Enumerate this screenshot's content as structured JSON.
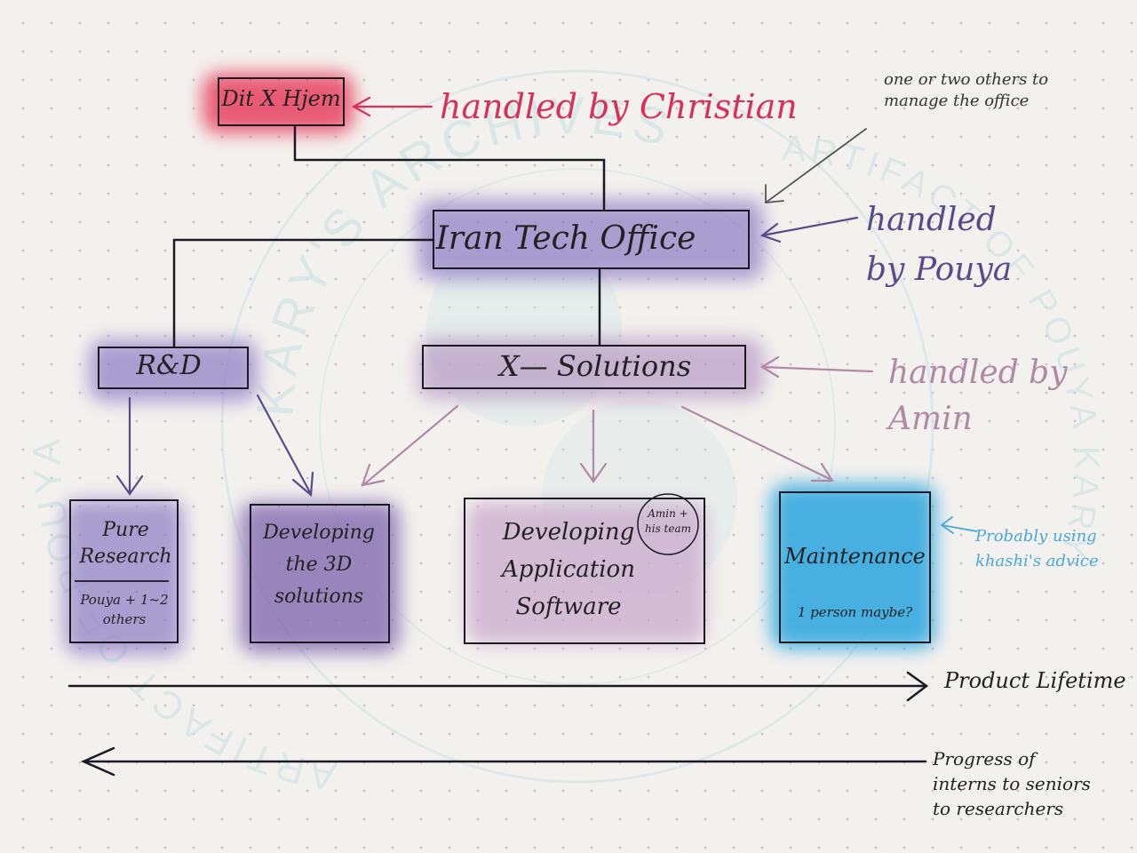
{
  "watermark": {
    "top_text": "KARY'S ARCHIVES",
    "left_text": "ARTIFACT OF POUYA",
    "right_text": "ARTIFACT OF POUYA KARY"
  },
  "nodes": {
    "dit_x_hjem": "Dit X Hjem",
    "iran_tech_office": "Iran Tech Office",
    "r_and_d": "R&D",
    "x_solutions": "X— Solutions",
    "pure_research": "Pure Research",
    "pure_research_note": "Pouya + 1~2 others",
    "developing_3d": "Developing the 3D solutions",
    "developing_app": "Developing Application Software",
    "developing_app_note": "Amin + his team",
    "maintenance": "Maintenance",
    "maintenance_note": "1 person maybe?"
  },
  "annotations": {
    "christian": "handled by Christian",
    "office_manage": "one or two others to manage the office",
    "pouya": "handled by Pouya",
    "amin": "handled by Amin",
    "khashi": "Probably using khashi's advice",
    "product_lifetime": "Product Lifetime",
    "progress": "Progress of interns to seniors to researchers"
  },
  "colors": {
    "ink": "#1a1a22",
    "christian_red": "#d9305a",
    "pouya_purple": "#5a4a8a",
    "amin_mauve": "#b08aa4",
    "khashi_blue": "#4aa8d8",
    "maintenance_blue": "#3aaee0",
    "lavender": "#8c79b8"
  }
}
